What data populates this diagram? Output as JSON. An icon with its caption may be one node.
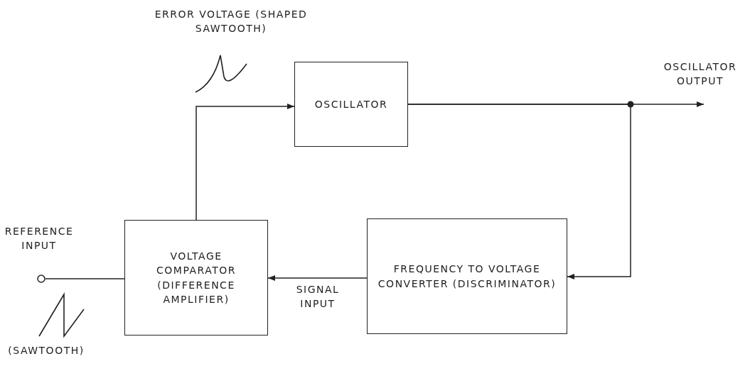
{
  "diagram": {
    "nodes": [
      {
        "text": [
          "OSCILLATOR"
        ]
      },
      {
        "text": [
          "VOLTAGE COMPARATOR (DIFFERENCE AMPLIFIER)"
        ]
      },
      {
        "text": [
          "FREQUENCY TO VOLTAGE CONVERTER (DISCRIMINATOR)"
        ]
      },
      {
        "text": [],
        "shape": "circle",
        "beside": [
          "REFERENCE INPUT"
        ]
      },
      {
        "text": [
          "OSCILLATOR OUTPUT"
        ]
      }
    ],
    "edges": [
      {
        "from": 1,
        "to": 0,
        "arrow": "to"
      },
      {
        "from": 0,
        "to": 4,
        "arrow": "to"
      },
      {
        "from": 0,
        "to": 2,
        "arrow": "to"
      },
      {
        "from": 2,
        "to": 1,
        "arrow": "to",
        "label": "SIGNAL INPUT"
      },
      {
        "from": 3,
        "to": 1,
        "arrow": "none"
      }
    ],
    "labels": [
      "ERROR VOLTAGE (SHAPED SAWTOOTH)",
      "(SAWTOOTH)"
    ]
  }
}
